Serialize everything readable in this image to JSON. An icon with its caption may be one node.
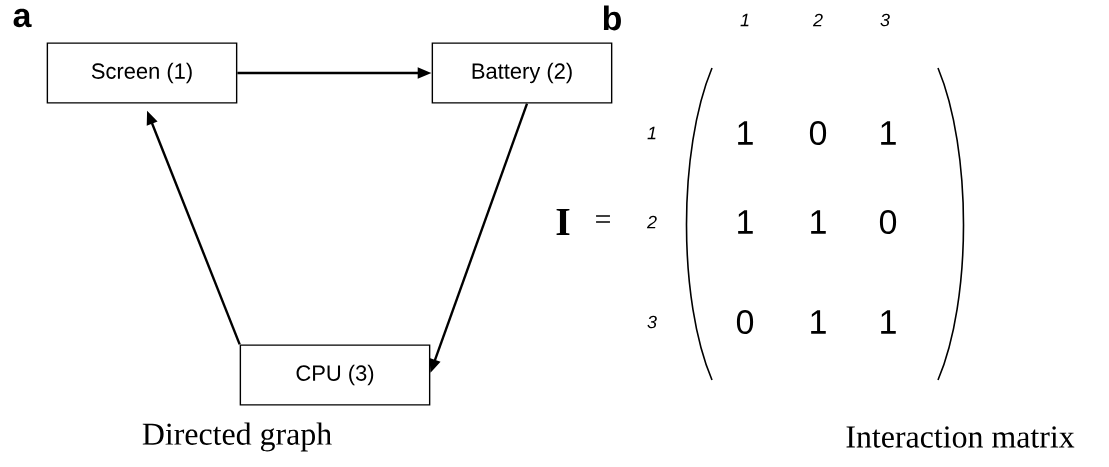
{
  "diagram": {
    "nodes": [
      {
        "text": [
          "Screen (1)"
        ]
      },
      {
        "text": [
          "Battery (2)"
        ]
      },
      {
        "text": [
          "CPU (3)"
        ]
      }
    ],
    "edges": [
      {
        "from": 0,
        "to": 1,
        "arrow": "to"
      },
      {
        "from": 1,
        "to": 2,
        "arrow": "to"
      },
      {
        "from": 2,
        "to": 0,
        "arrow": "to"
      }
    ],
    "labels": [
      "a",
      "b",
      "1",
      "2",
      "3",
      "1",
      "1",
      "0",
      "1",
      "I",
      "=",
      "2",
      "1",
      "1",
      "0",
      "3",
      "0",
      "1",
      "1",
      "Directed graph",
      "Interaction matrix"
    ]
  }
}
